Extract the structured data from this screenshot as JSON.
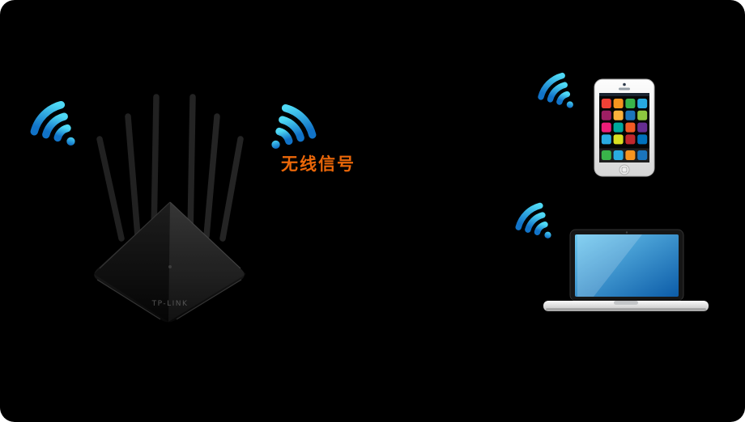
{
  "scene": {
    "background": "#000000",
    "label": {
      "text": "无线信号",
      "color": "#EB6709"
    }
  },
  "colors": {
    "wifi_light": "#4FD9F5",
    "wifi_dark": "#1173C8",
    "screen_light": "#6CC8F0",
    "screen_dark": "#0C5CA8"
  },
  "icons": [
    "wifi-signal-icon-router-left",
    "wifi-signal-icon-router-right",
    "wifi-signal-icon-phone",
    "wifi-signal-icon-laptop"
  ],
  "devices": {
    "router": {
      "label": "wireless-router",
      "brand": "TP-LINK",
      "antenna_count": 6
    },
    "phone": {
      "label": "smartphone",
      "app_colors": [
        "#ef4136",
        "#f7941e",
        "#39b54a",
        "#27aae1",
        "#9e1f63",
        "#fbb03b",
        "#1b75bc",
        "#8dc63f",
        "#ed1e79",
        "#00a99d",
        "#f15a24",
        "#662d91",
        "#29abe2",
        "#d9e021",
        "#c1272d",
        "#0071bc"
      ],
      "dock_colors": [
        "#39b54a",
        "#29abe2",
        "#f7941e",
        "#1b75bc"
      ]
    },
    "laptop": {
      "label": "laptop"
    }
  }
}
